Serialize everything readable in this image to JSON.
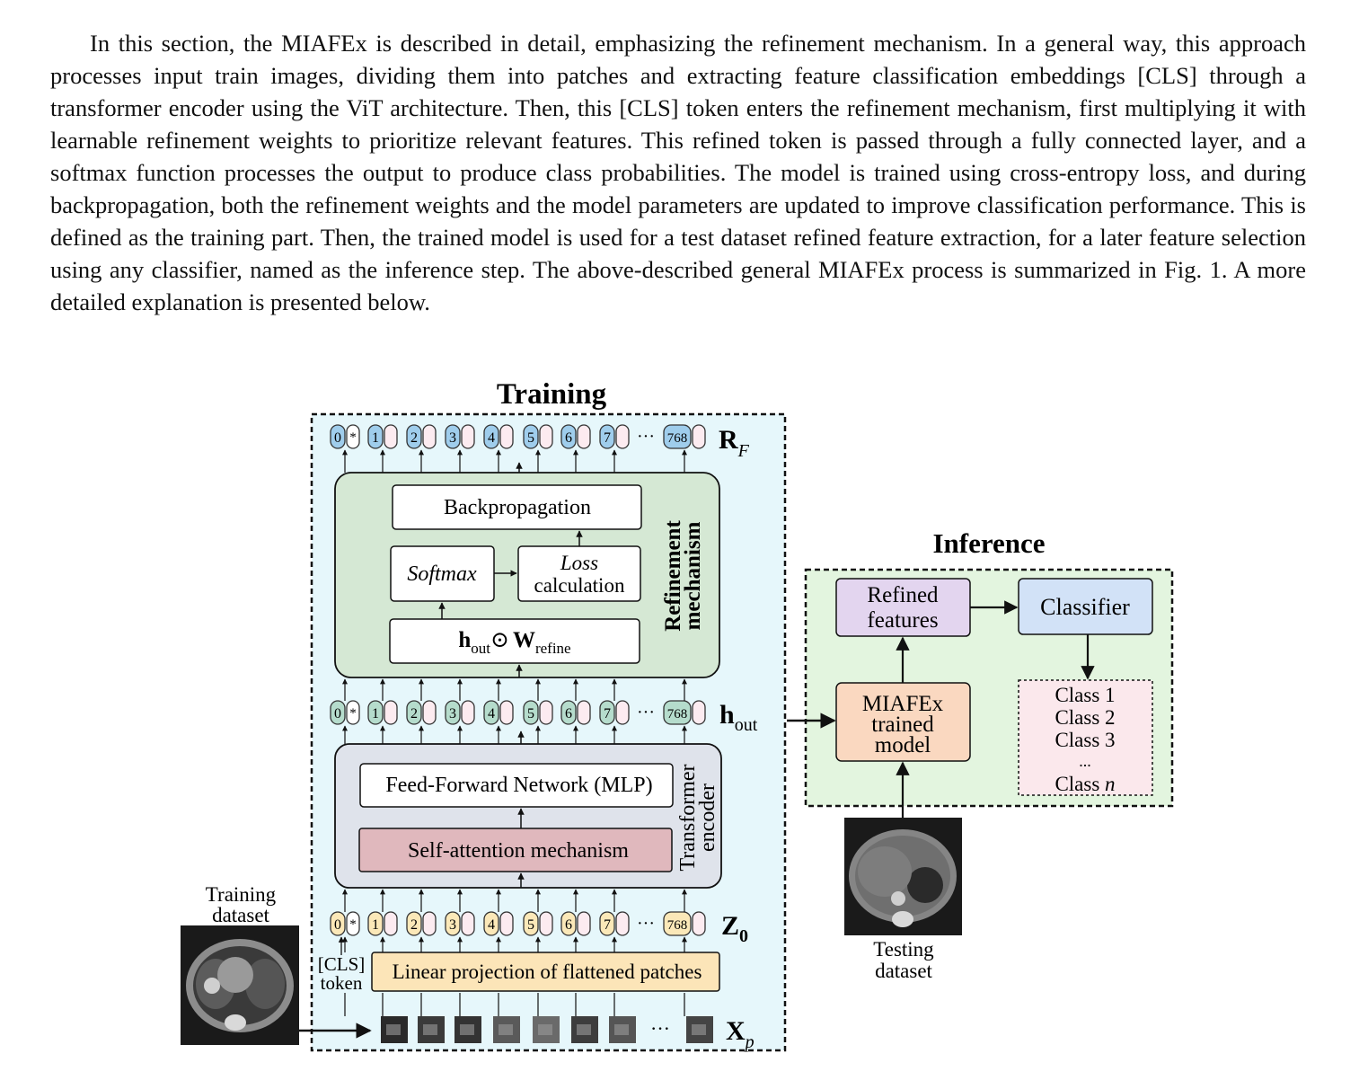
{
  "paragraph": "In this section, the MIAFEx is described in detail, emphasizing the refinement mechanism. In a general way, this approach processes input train images, dividing them into patches and extracting feature classification embeddings [CLS] through a transformer encoder using the ViT architecture. Then, this [CLS] token enters the refinement mechanism, first multiplying it with learnable refinement weights to prioritize relevant features. This refined token is passed through a fully connected layer, and a softmax function processes the output to produce class probabilities. The model is trained using cross-entropy loss, and during backpropagation, both the refinement weights and the model parameters are updated to improve classification performance. This is defined as the training part. Then, the trained model is used for a test dataset refined feature extraction, for a later feature selection using any classifier, named as the inference step. The above-described general MIAFEx process is summarized in Fig. 1. A more detailed explanation is presented below.",
  "training": {
    "title": "Training",
    "backprop": "Backpropagation",
    "softmax": "Softmax",
    "loss_line1": "Loss",
    "loss_line2": "calculation",
    "hadamard_h": "h",
    "hadamard_out": "out",
    "hadamard_op": "⊙",
    "hadamard_w": "W",
    "hadamard_refine": "refine",
    "refinement_line1": "Refinement",
    "refinement_line2": "mechanism",
    "ffn": "Feed-Forward Network (MLP)",
    "self_attention": "Self-attention mechanism",
    "transformer_line1": "Transformer",
    "transformer_line2": "encoder",
    "linear_projection": "Linear projection of flattened patches",
    "cls_line1": "[CLS]",
    "cls_line2": "token",
    "ellipsis": "···",
    "token_star": "*",
    "token_labels": [
      "0",
      "1",
      "2",
      "3",
      "4",
      "5",
      "6",
      "7",
      "768"
    ],
    "rf_R": "R",
    "rf_F": "F",
    "hout_h": "h",
    "hout_out": "out",
    "z0_Z": "Z",
    "z0_0": "0",
    "xp_X": "X",
    "xp_p": "p",
    "dataset_line1": "Training",
    "dataset_line2": "dataset"
  },
  "inference": {
    "title": "Inference",
    "refined_line1": "Refined",
    "refined_line2": "features",
    "classifier": "Classifier",
    "miafex_line1": "MIAFEx",
    "miafex_line2": "trained",
    "miafex_line3": "model",
    "classes": [
      "Class 1",
      "Class 2",
      "Class 3",
      "...",
      "Class "
    ],
    "class_n": "n",
    "testing_line1": "Testing",
    "testing_line2": "dataset"
  },
  "colors": {
    "training_bg": "#e6f7fb",
    "inference_bg": "#e3f5df",
    "refinement_bg": "#d5e8d4",
    "transformer_bg": "#dfe3eb",
    "self_attention": "#e0b8bd",
    "linear_projection": "#fce5b8",
    "refined_features": "#e3d5ef",
    "classifier": "#d2e2f7",
    "miafex": "#fad8c0",
    "classes_box": "#fbe8ec",
    "token_rf": "#9fcdec",
    "token_hout": "#b5dccc",
    "token_z0": "#fbe8b8",
    "token_pink": "#fcebf0"
  }
}
